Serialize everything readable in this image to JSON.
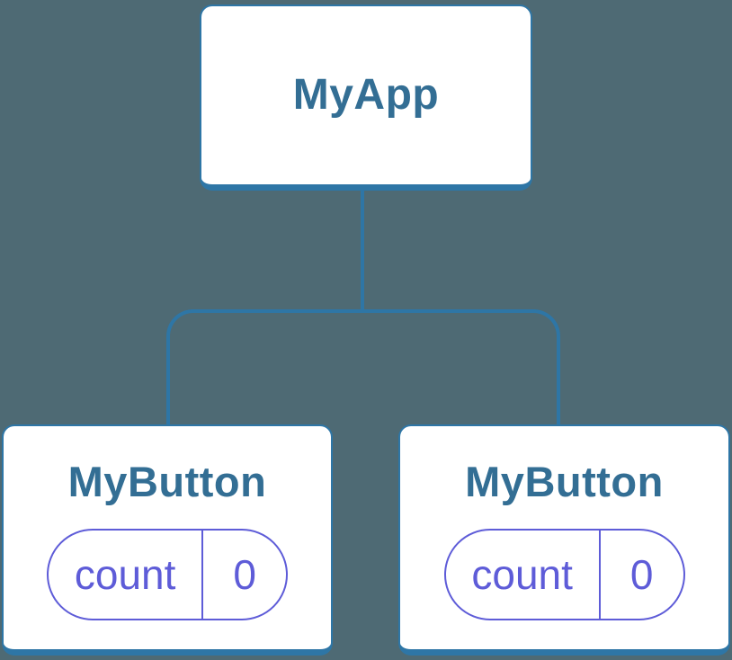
{
  "diagram": {
    "title": "component-tree",
    "root": {
      "label": "MyApp"
    },
    "children": [
      {
        "label": "MyButton",
        "state": {
          "key": "count",
          "value": "0"
        }
      },
      {
        "label": "MyButton",
        "state": {
          "key": "count",
          "value": "0"
        }
      }
    ]
  },
  "colors": {
    "background": "#4E6A74",
    "connector_blue": "#2E76A6",
    "node_fill": "#FFFFFF",
    "node_label_text": "#336E94",
    "state_accent": "#5E5CD8"
  }
}
